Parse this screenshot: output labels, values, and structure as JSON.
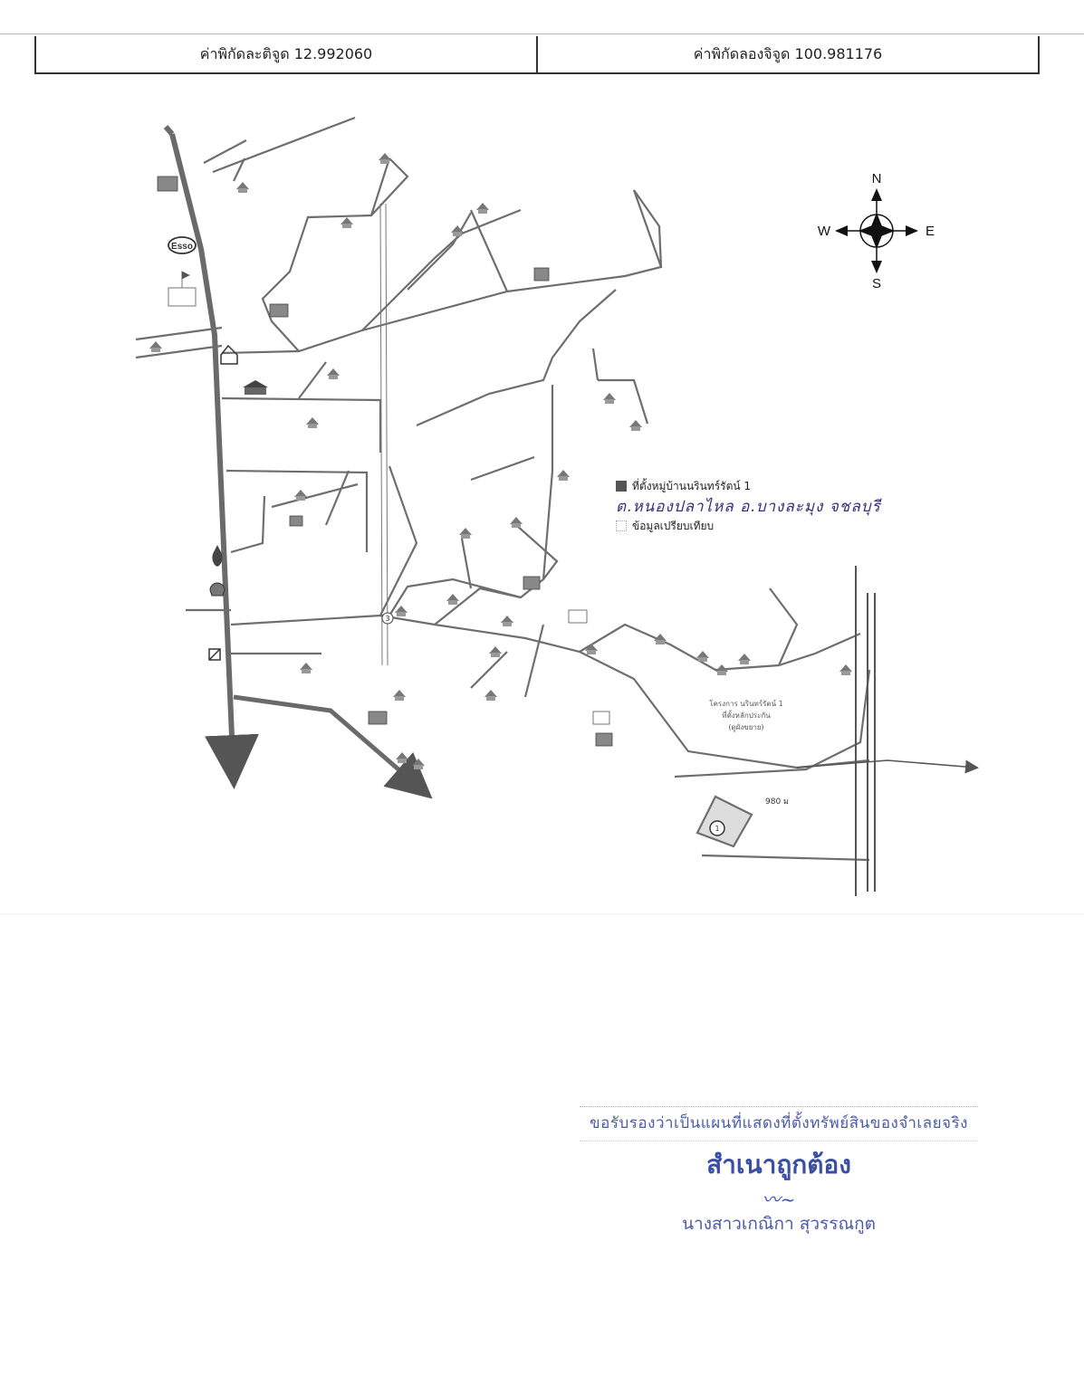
{
  "coordinates": {
    "latitude_label": "ค่าพิกัดละติจูด 12.992060",
    "longitude_label": "ค่าพิกัดลองจิจูด 100.981176"
  },
  "compass": {
    "north": "N",
    "south": "S",
    "east": "E",
    "west": "W"
  },
  "map": {
    "distance_label": "980 ม",
    "marker_number": "1",
    "junction_number": "3",
    "project_caption": [
      "โครงการ นรินทร์รัตน์ 1",
      "ที่ตั้งหลักประกัน",
      "(ดูผังขยาย)"
    ],
    "esso_label": "Esso"
  },
  "legend": {
    "location_label": "ที่ตั้งหมู่บ้านนรินทร์รัตน์ 1",
    "handwritten_location": "ต.หนองปลาไหล อ.บางละมุง จชลบุรี",
    "comparison_label": "ข้อมูลเปรียบเทียบ"
  },
  "stamp": {
    "certify_text": "ขอรับรองว่าเป็นแผนที่แสดงที่ตั้งทรัพย์สินของจำเลยจริง",
    "true_copy": "สำเนาถูกต้อง",
    "signature": "ลายมือชื่อ",
    "name": "นางสาวเกณิกา สุวรรณกูต"
  },
  "colors": {
    "road": "#6e6e6e",
    "highway": "#6a6a6a",
    "stamp_ink": "#3f54a8",
    "handwriting": "#3a2c7a"
  }
}
